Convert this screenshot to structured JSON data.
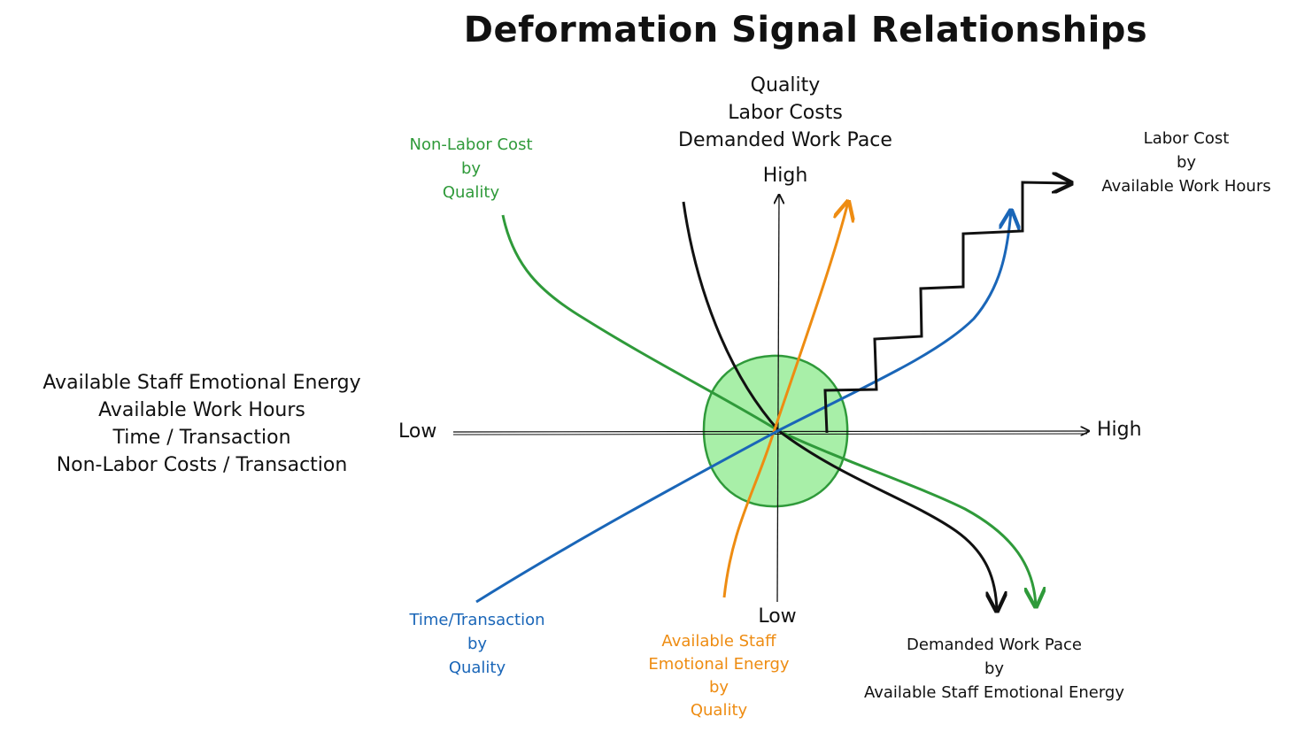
{
  "title": "Deformation Signal Relationships",
  "y_axis": {
    "top_labels": [
      "Quality",
      "Labor Costs",
      "Demanded Work Pace"
    ],
    "high_label": "High",
    "low_label": "Low"
  },
  "x_axis": {
    "left_labels": [
      "Available Staff Emotional Energy",
      "Available Work Hours",
      "Time / Transaction",
      "Non-Labor Costs / Transaction"
    ],
    "low_label": "Low",
    "high_label": "High"
  },
  "curves": {
    "non_labor_cost": {
      "lines": [
        "Non-Labor Cost",
        "by",
        "Quality"
      ],
      "color": "#2f9a3a"
    },
    "labor_cost": {
      "lines": [
        "Labor Cost",
        "by",
        "Available Work Hours"
      ],
      "color": "#111111"
    },
    "time_transaction": {
      "lines": [
        "Time/Transaction",
        "by",
        "Quality"
      ],
      "color": "#1a66b8"
    },
    "staff_energy": {
      "lines": [
        "Available Staff",
        "Emotional Energy",
        "by",
        "Quality"
      ],
      "color": "#ee8c12"
    },
    "work_pace": {
      "lines": [
        "Demanded Work Pace",
        "by",
        "Available Staff Emotional Energy"
      ],
      "color": "#111111"
    }
  },
  "center_circle_color": "#a8efa8"
}
